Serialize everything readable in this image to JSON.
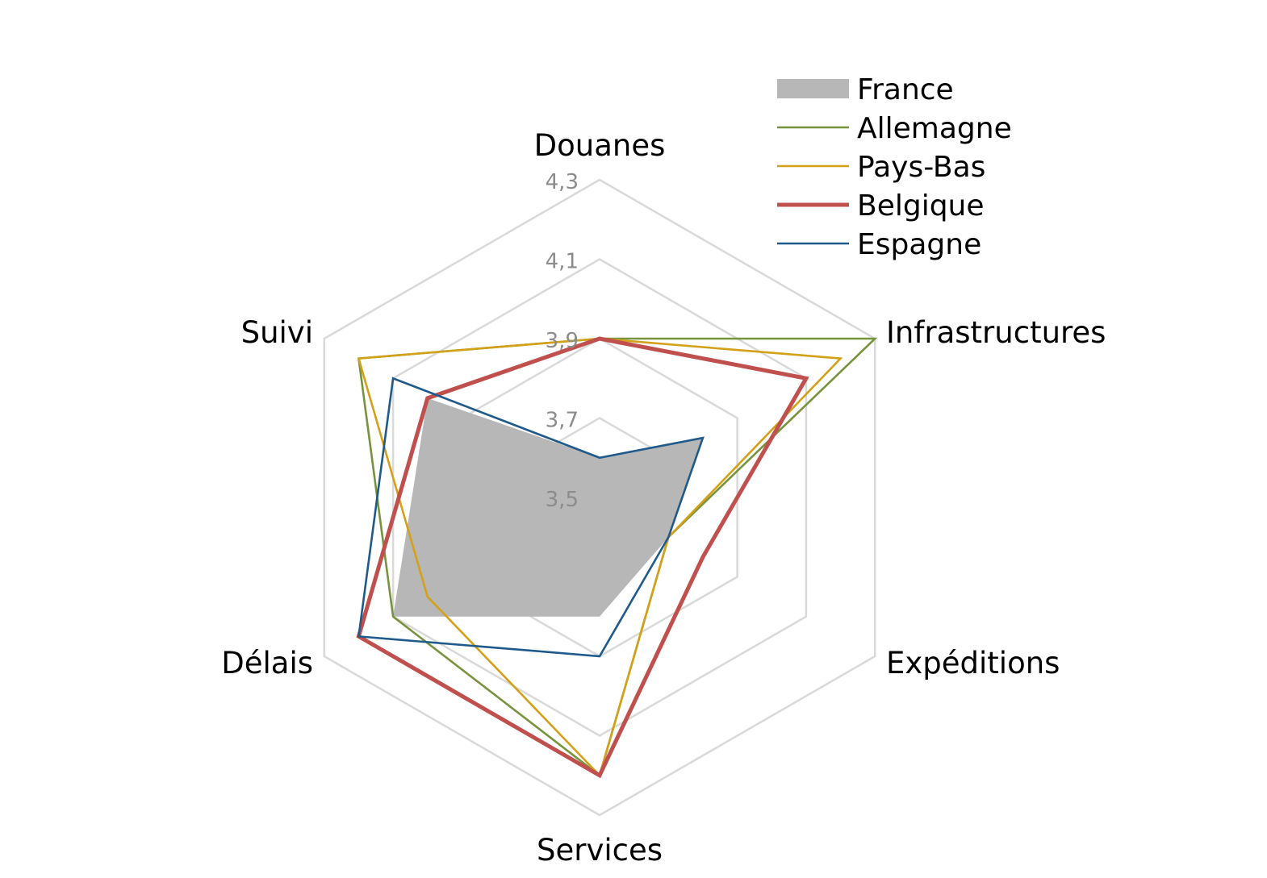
{
  "chart_data": {
    "type": "radar",
    "title": "",
    "axes": [
      "Douanes",
      "Infrastructures",
      "Expéditions",
      "Services",
      "Délais",
      "Suivi"
    ],
    "range": [
      3.5,
      4.3
    ],
    "ticks": [
      "3,5",
      "3,7",
      "3,9",
      "4,1",
      "4,3"
    ],
    "tick_values": [
      3.5,
      3.7,
      3.9,
      4.1,
      4.3
    ],
    "legend_position": "top-right",
    "series": [
      {
        "name": "France",
        "style": "fill",
        "color": "#b7b7b7",
        "values": [
          3.6,
          3.8,
          3.7,
          3.8,
          4.1,
          4.0
        ]
      },
      {
        "name": "Allemagne",
        "style": "line",
        "color": "#77933c",
        "values": [
          3.9,
          4.3,
          3.7,
          4.2,
          4.1,
          4.2
        ]
      },
      {
        "name": "Pays-Bas",
        "style": "line",
        "color": "#d4a017",
        "values": [
          3.9,
          4.2,
          3.7,
          4.2,
          4.0,
          4.2
        ]
      },
      {
        "name": "Belgique",
        "style": "thick",
        "color": "#c0504d",
        "values": [
          3.9,
          4.1,
          3.8,
          4.2,
          4.2,
          4.0
        ]
      },
      {
        "name": "Espagne",
        "style": "line",
        "color": "#1f5a8a",
        "values": [
          3.6,
          3.8,
          3.7,
          3.9,
          4.2,
          4.1
        ]
      }
    ]
  }
}
